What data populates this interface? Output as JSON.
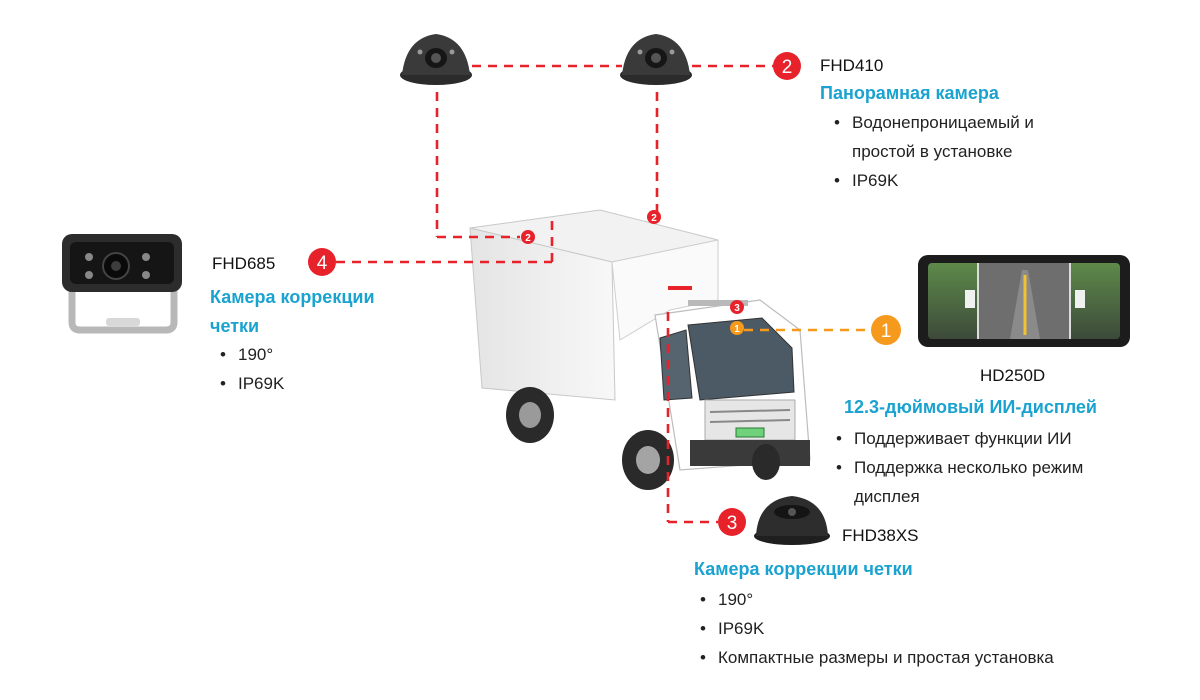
{
  "markers": {
    "m1": "1",
    "m2": "2",
    "m3": "3",
    "m4": "4"
  },
  "colors": {
    "line_red": "#e8222b",
    "line_orange": "#f59a1d",
    "title_blue": "#1aa3d0"
  },
  "cameras": {
    "panoramic": {
      "model": "FHD410",
      "title": "Панорамная камера",
      "features": [
        "Водонепроницаемый и",
        "простой в установке",
        "IP69K"
      ]
    },
    "display": {
      "model": "HD250D",
      "title": "12.3-дюймовый ИИ-дисплей",
      "features": [
        "Поддерживает функции ИИ",
        "Поддержка несколько режим",
        "дисплея"
      ]
    },
    "rear": {
      "model": "FHD685",
      "title_line1": "Камера коррекции",
      "title_line2": "четки",
      "features": [
        "190°",
        "IP69K"
      ]
    },
    "dome": {
      "model": "FHD38XS",
      "title": "Камера коррекции четки",
      "features": [
        "190°",
        "IP69K",
        "Компактные размеры и простая установка"
      ]
    }
  }
}
